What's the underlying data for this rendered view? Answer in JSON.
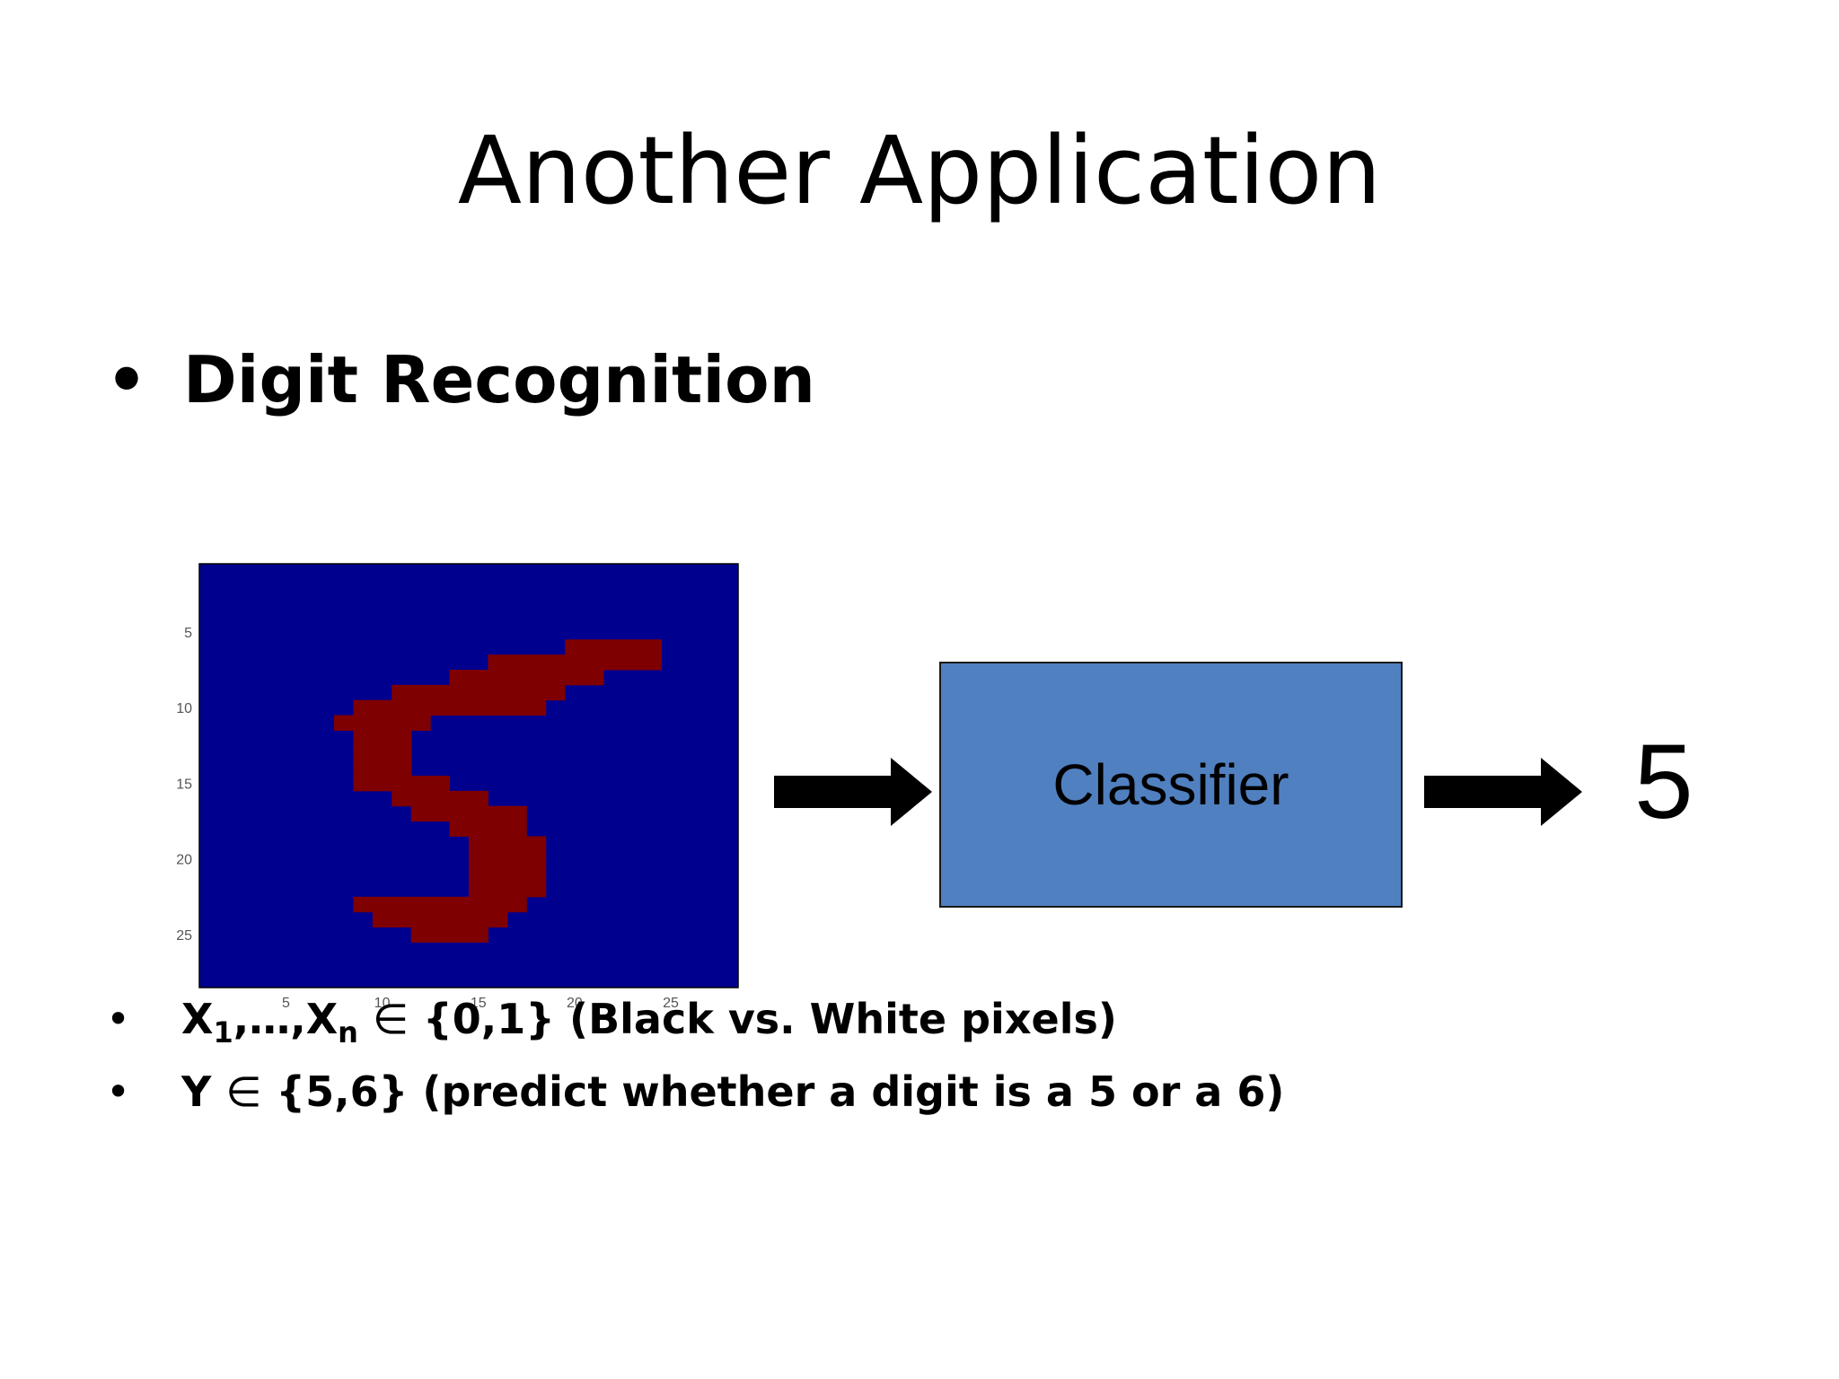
{
  "slide": {
    "title": "Another Application",
    "main_bullet": "Digit Recognition",
    "bullet_char": "•"
  },
  "figure": {
    "background_color": "#00008f",
    "digit_color": "#7f0000",
    "x_ticks": [
      "5",
      "10",
      "15",
      "20",
      "25"
    ],
    "y_ticks": [
      "5",
      "10",
      "15",
      "20",
      "25"
    ],
    "tick_values": [
      5,
      10,
      15,
      20,
      25
    ],
    "grid_size": [
      28,
      28
    ],
    "digit_rows": [
      [
        6,
        20,
        24
      ],
      [
        7,
        16,
        24
      ],
      [
        8,
        14,
        21
      ],
      [
        9,
        11,
        19
      ],
      [
        10,
        9,
        18
      ],
      [
        11,
        8,
        12
      ],
      [
        12,
        9,
        11
      ],
      [
        13,
        9,
        11
      ],
      [
        14,
        9,
        11
      ],
      [
        15,
        9,
        13
      ],
      [
        16,
        11,
        15
      ],
      [
        17,
        12,
        17
      ],
      [
        18,
        14,
        17
      ],
      [
        19,
        15,
        18
      ],
      [
        20,
        15,
        18
      ],
      [
        21,
        15,
        18
      ],
      [
        22,
        15,
        18
      ],
      [
        23,
        9,
        17
      ],
      [
        24,
        10,
        16
      ],
      [
        25,
        12,
        15
      ]
    ]
  },
  "diagram": {
    "classifier_label": "Classifier",
    "output_label": "5"
  },
  "bullets": [
    {
      "x_var": "X",
      "sub_first": "1",
      "ellipsis": ",…,",
      "x_var2": "X",
      "sub_last": "n",
      "element_of": "∈",
      "rest": "{0,1} (Black vs. White pixels)"
    },
    {
      "y_var": "Y",
      "element_of": "∈",
      "rest": "{5,6} (predict whether a digit is a 5 or a 6)"
    }
  ]
}
